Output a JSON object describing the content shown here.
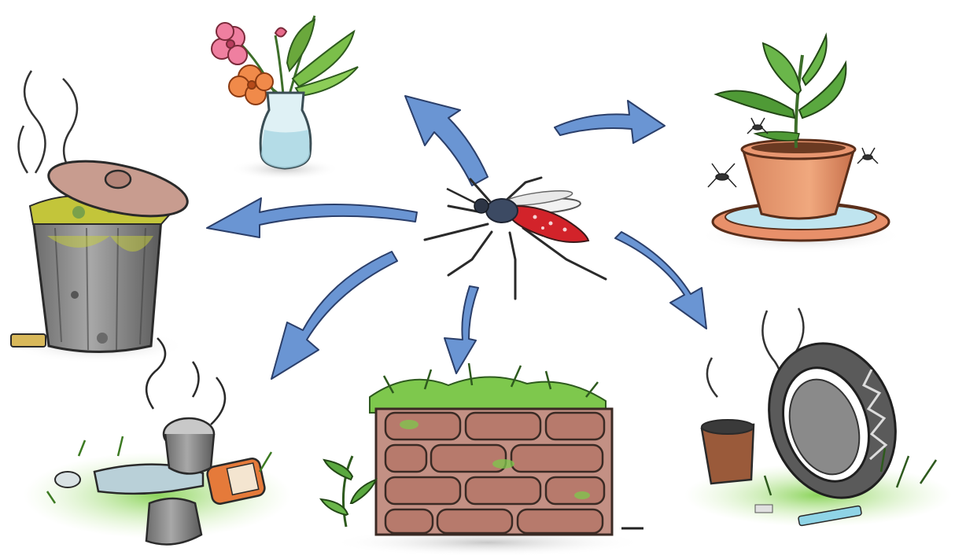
{
  "diagram": {
    "center": {
      "name": "mosquito",
      "icon": "mosquito-icon"
    },
    "targets": [
      {
        "key": "vase",
        "icon": "flower-vase-icon"
      },
      {
        "key": "plant",
        "icon": "potted-plant-saucer-icon"
      },
      {
        "key": "trash",
        "icon": "trash-can-icon"
      },
      {
        "key": "cans",
        "icon": "discarded-cans-icon"
      },
      {
        "key": "wall",
        "icon": "brick-wall-icon"
      },
      {
        "key": "tire",
        "icon": "old-tire-icon"
      }
    ],
    "colors": {
      "arrow": "#6a95d3",
      "arrow_stroke": "#2b3f6a",
      "grass": "#6cbf3e",
      "brick": "#b07466",
      "mosquito_body": "#d2232a",
      "outline": "#2a2a2a"
    }
  }
}
